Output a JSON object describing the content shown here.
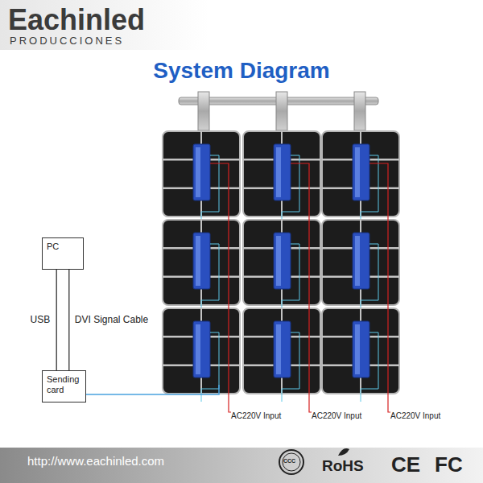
{
  "diagram": {
    "title": "System Diagram",
    "nodes": [
      {
        "text": [
          "PC"
        ]
      },
      {
        "text": [
          "Sending card"
        ]
      }
    ],
    "edges": [
      {
        "from": 0,
        "to": 1,
        "arrow": "none",
        "label": "USB"
      },
      {
        "from": 0,
        "to": 1,
        "arrow": "none",
        "label": "DVI Signal Cable"
      }
    ],
    "labels": [
      "Eachinled",
      "PRODUCCIONES",
      "AC220V Input",
      "AC220V Input",
      "AC220V Input",
      "http://www.eachinled.com",
      "CCC",
      "RoHS",
      "CE",
      "FC"
    ]
  }
}
